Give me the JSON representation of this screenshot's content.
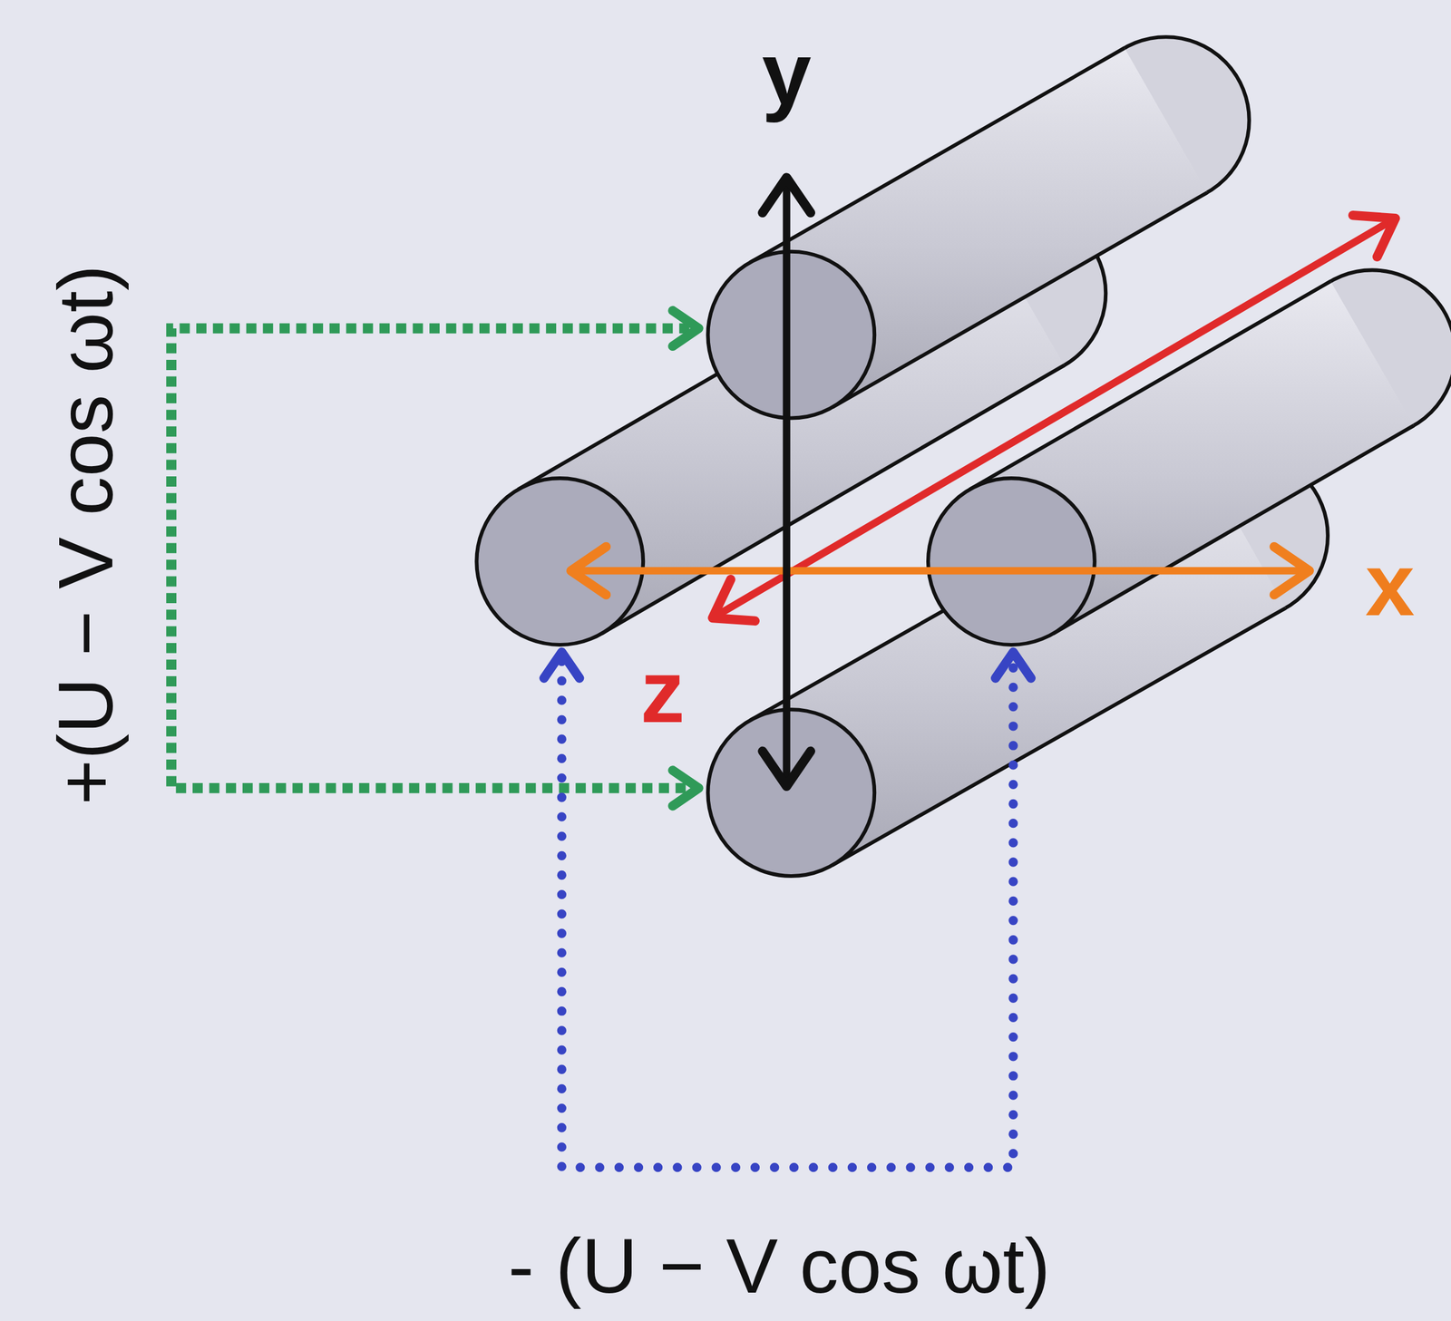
{
  "diagram": {
    "labels": [
      "y",
      "x",
      "z",
      "+(U − V cos ωt)",
      "- (U − V cos ωt)"
    ]
  }
}
